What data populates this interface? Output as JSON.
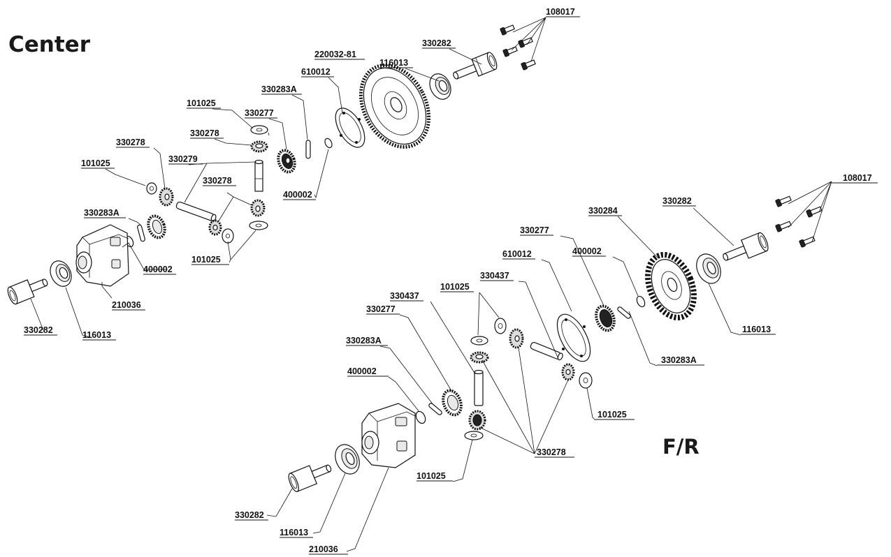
{
  "sections": {
    "center": "Center",
    "front_rear": "F/R"
  },
  "labels": {
    "c_108017": "108017",
    "c_330282_top": "330282",
    "c_116013_top": "116013",
    "c_220032": "220032-81",
    "c_610012": "610012",
    "c_330283A_top": "330283A",
    "c_101025_a": "101025",
    "c_330277": "330277",
    "c_330278_a": "330278",
    "c_330278_b": "330278",
    "c_330279": "330279",
    "c_101025_b": "101025",
    "c_330278_c": "330278",
    "c_400002_top": "400002",
    "c_330283A": "330283A",
    "c_400002": "400002",
    "c_101025_c": "101025",
    "c_210036": "210036",
    "c_330282": "330282",
    "c_116013": "116013",
    "f_108017": "108017",
    "f_330282_top": "330282",
    "f_330284": "330284",
    "f_330277_top": "330277",
    "f_400002_top": "400002",
    "f_610012": "610012",
    "f_330437_a": "330437",
    "f_101025_a": "101025",
    "f_330437_b": "330437",
    "f_330277": "330277",
    "f_330283A_left": "330283A",
    "f_400002": "400002",
    "f_116013_right": "116013",
    "f_330283A_right": "330283A",
    "f_101025_right": "101025",
    "f_330278": "330278",
    "f_101025_bottom": "101025",
    "f_330282": "330282",
    "f_116013": "116013",
    "f_210036": "210036"
  }
}
